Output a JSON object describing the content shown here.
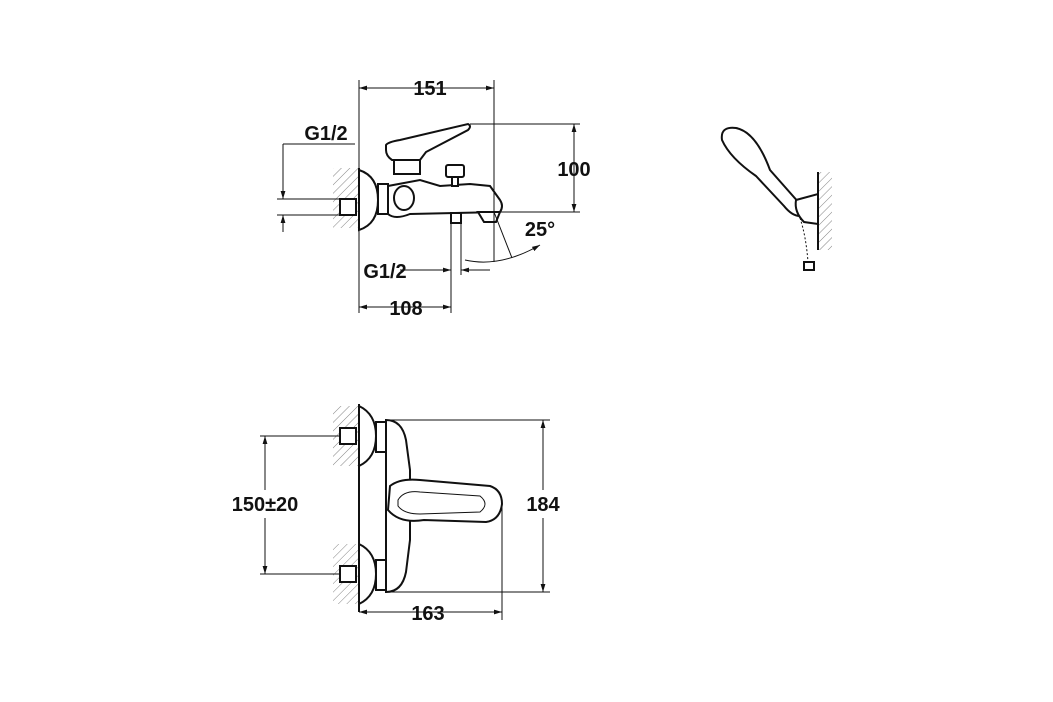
{
  "front_view": {
    "width_label": "151",
    "inlet_label": "G1/2",
    "height_label": "100",
    "angle_label": "25°",
    "outlet_label": "G1/2",
    "spout_offset_label": "108"
  },
  "top_view": {
    "spacing_label": "150±20",
    "depth_label": "184",
    "projection_label": "163"
  },
  "colors": {
    "line": "#111111",
    "hatch": "#666666",
    "background": "#ffffff"
  }
}
